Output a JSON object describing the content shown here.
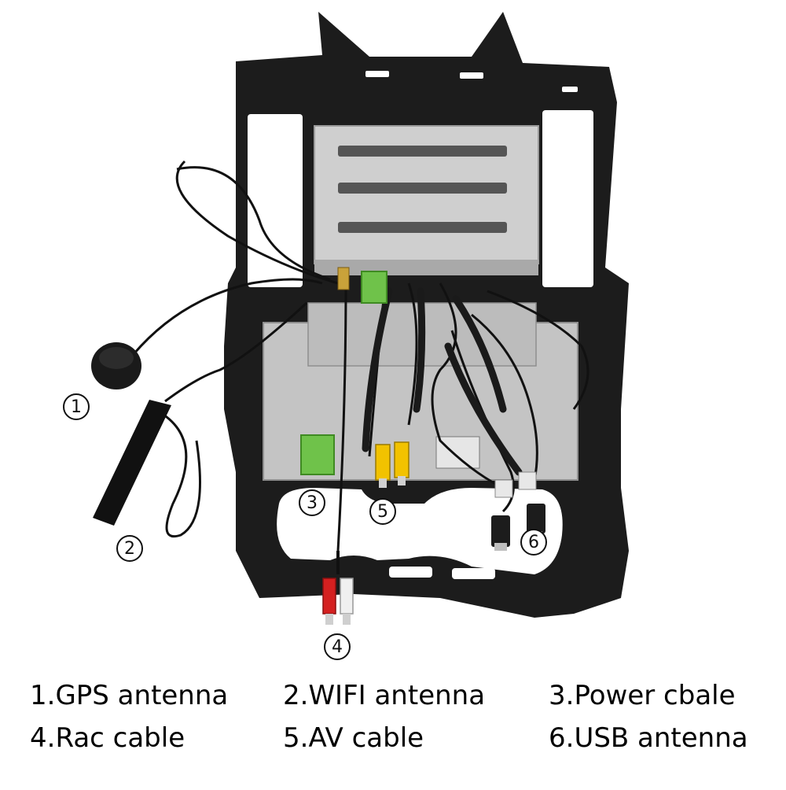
{
  "markers": [
    "1",
    "2",
    "3",
    "4",
    "5",
    "6"
  ],
  "legend": [
    "1.GPS antenna",
    "2.WIFI antenna",
    "3.Power cbale",
    "4.Rac cable",
    "5.AV cable",
    "6.USB antenna"
  ],
  "colors": {
    "frame": "#1c1c1c",
    "metal": "#c8c8c8",
    "connector_green": "#6fc24a",
    "rca_yellow": "#f2c200",
    "rca_red": "#d42020",
    "rca_white": "#f0f0f0"
  }
}
